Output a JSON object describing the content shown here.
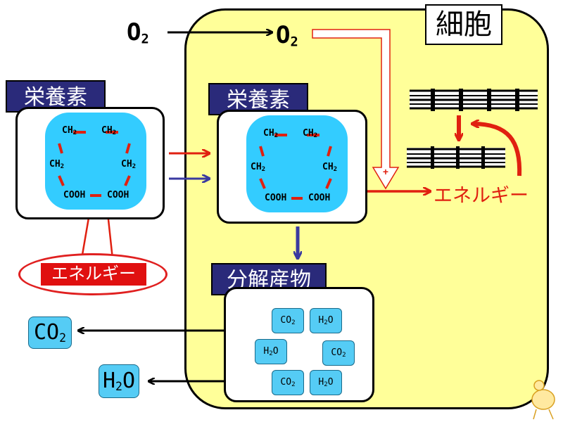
{
  "cell": {
    "label": "細胞"
  },
  "oxygen": {
    "outside": {
      "base": "O",
      "sub": "2"
    },
    "inside": {
      "base": "O",
      "sub": "2"
    }
  },
  "nutrient": {
    "label_outside": "栄養素",
    "label_inside": "栄養素",
    "groups": [
      {
        "base": "CH",
        "sub": "2"
      },
      {
        "base": "CH",
        "sub": "2"
      },
      {
        "base": "CH",
        "sub": "2"
      },
      {
        "base": "CH",
        "sub": "2"
      },
      {
        "base": "COOH",
        "sub": ""
      },
      {
        "base": "COOH",
        "sub": ""
      }
    ]
  },
  "energy": {
    "bond_label": "エネルギー",
    "output_label": "エネルギー",
    "plus_symbol": "+"
  },
  "products": {
    "label": "分解産物",
    "tiles": [
      {
        "base": "CO",
        "sub": "2"
      },
      {
        "base": "H",
        "sub": "2",
        "tail": "O"
      },
      {
        "base": "H",
        "sub": "2",
        "tail": "O"
      },
      {
        "base": "CO",
        "sub": "2"
      },
      {
        "base": "CO",
        "sub": "2"
      },
      {
        "base": "H",
        "sub": "2",
        "tail": "O"
      }
    ]
  },
  "excreted": {
    "co2": {
      "base": "CO",
      "sub": "2"
    },
    "h2o": {
      "base": "H",
      "sub": "2",
      "tail": "O"
    }
  },
  "colors": {
    "cell_fill": "#ffff99",
    "molecule": "#33ccff",
    "label_navy": "#2a2a7a",
    "energy_red": "#e02010",
    "arrow_blue": "#3a3aa0"
  }
}
